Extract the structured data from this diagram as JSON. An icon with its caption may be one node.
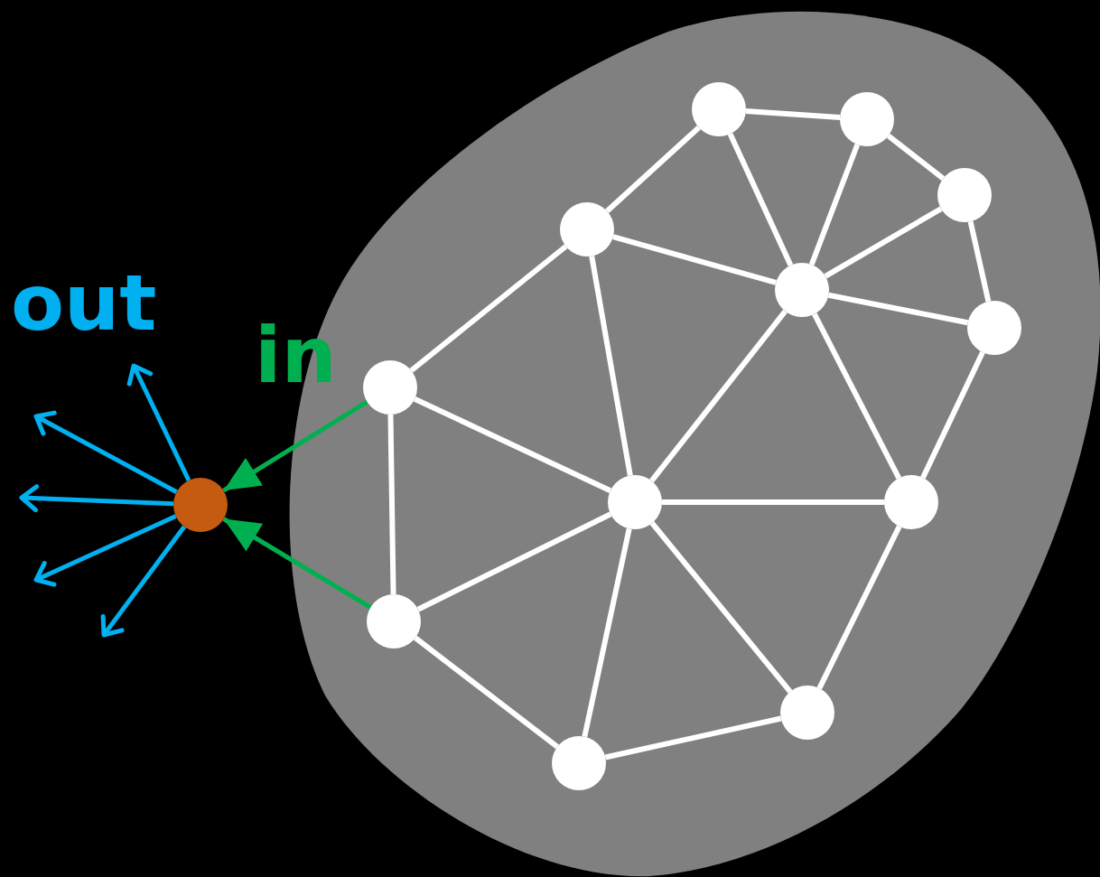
{
  "diagram": {
    "nodes": [
      {
        "text": [],
        "shape": "cloud"
      },
      {
        "text": [],
        "shape": "circle",
        "in": 0
      },
      {
        "text": [],
        "shape": "circle",
        "in": 0
      },
      {
        "text": [],
        "shape": "circle",
        "in": 0
      },
      {
        "text": [],
        "shape": "circle",
        "in": 0
      },
      {
        "text": [],
        "shape": "circle",
        "in": 0
      },
      {
        "text": [],
        "shape": "circle",
        "in": 0
      },
      {
        "text": [],
        "shape": "circle",
        "in": 0
      },
      {
        "text": [],
        "shape": "circle",
        "in": 0
      },
      {
        "text": [],
        "shape": "circle",
        "in": 0
      },
      {
        "text": [],
        "shape": "circle",
        "in": 0
      },
      {
        "text": [],
        "shape": "circle",
        "in": 0
      },
      {
        "text": [],
        "shape": "circle",
        "in": 0
      },
      {
        "text": [],
        "shape": "circle"
      }
    ],
    "edges": [
      {
        "from": 1,
        "to": 2,
        "arrow": "none"
      },
      {
        "from": 1,
        "to": 4,
        "arrow": "none"
      },
      {
        "from": 1,
        "to": 5,
        "arrow": "none"
      },
      {
        "from": 2,
        "to": 3,
        "arrow": "none"
      },
      {
        "from": 2,
        "to": 5,
        "arrow": "none"
      },
      {
        "from": 3,
        "to": 5,
        "arrow": "none"
      },
      {
        "from": 3,
        "to": 6,
        "arrow": "none"
      },
      {
        "from": 4,
        "to": 5,
        "arrow": "none"
      },
      {
        "from": 4,
        "to": 7,
        "arrow": "none"
      },
      {
        "from": 4,
        "to": 8,
        "arrow": "none"
      },
      {
        "from": 5,
        "to": 6,
        "arrow": "none"
      },
      {
        "from": 5,
        "to": 8,
        "arrow": "none"
      },
      {
        "from": 5,
        "to": 9,
        "arrow": "none"
      },
      {
        "from": 6,
        "to": 9,
        "arrow": "none"
      },
      {
        "from": 7,
        "to": 8,
        "arrow": "none"
      },
      {
        "from": 7,
        "to": 10,
        "arrow": "none"
      },
      {
        "from": 8,
        "to": 9,
        "arrow": "none"
      },
      {
        "from": 8,
        "to": 10,
        "arrow": "none"
      },
      {
        "from": 8,
        "to": 11,
        "arrow": "none"
      },
      {
        "from": 8,
        "to": 12,
        "arrow": "none"
      },
      {
        "from": 9,
        "to": 11,
        "arrow": "none"
      },
      {
        "from": 10,
        "to": 12,
        "arrow": "none"
      },
      {
        "from": 11,
        "to": 12,
        "arrow": "none"
      },
      {
        "from": 7,
        "to": 13,
        "arrow": "to",
        "color": "#00b050"
      },
      {
        "from": 10,
        "to": 13,
        "arrow": "to",
        "color": "#00b050"
      },
      {
        "from": 13,
        "to": null,
        "arrow": "to",
        "color": "#00b0f0"
      },
      {
        "from": 13,
        "to": null,
        "arrow": "to",
        "color": "#00b0f0"
      },
      {
        "from": 13,
        "to": null,
        "arrow": "to",
        "color": "#00b0f0"
      },
      {
        "from": 13,
        "to": null,
        "arrow": "to",
        "color": "#00b0f0"
      },
      {
        "from": 13,
        "to": null,
        "arrow": "to",
        "color": "#00b0f0"
      }
    ],
    "labels": [
      "out",
      "in"
    ]
  }
}
